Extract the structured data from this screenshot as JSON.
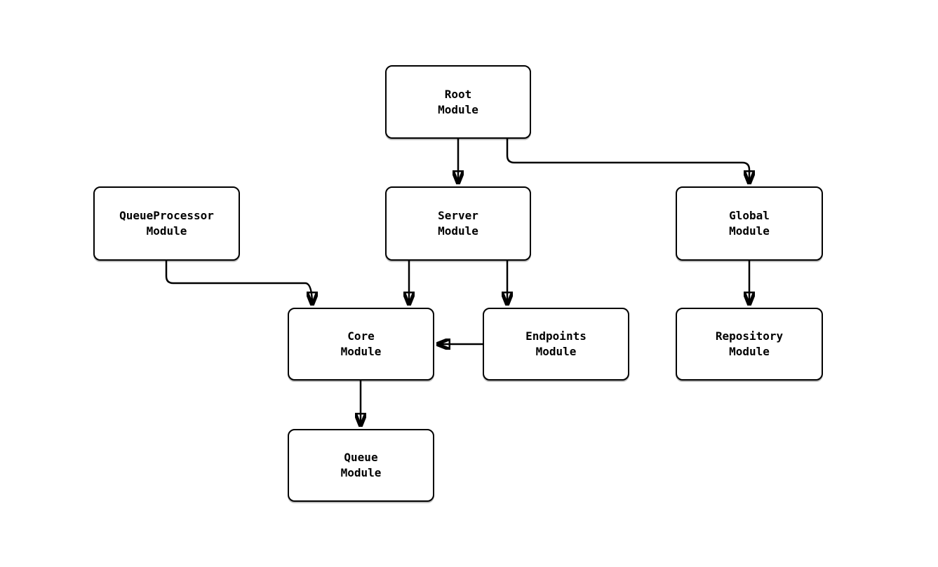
{
  "diagram": {
    "type": "module-dependency-flowchart",
    "colors": {
      "background": "#ffffff",
      "node_fill": "#ffffff",
      "node_border": "#000000",
      "edge": "#000000",
      "text": "#000000"
    },
    "nodes": {
      "root": {
        "label": "Root\nModule"
      },
      "queue_processor": {
        "label": "QueueProcessor\nModule"
      },
      "server": {
        "label": "Server\nModule"
      },
      "global": {
        "label": "Global\nModule"
      },
      "core": {
        "label": "Core\nModule"
      },
      "endpoints": {
        "label": "Endpoints\nModule"
      },
      "repository": {
        "label": "Repository\nModule"
      },
      "queue": {
        "label": "Queue\nModule"
      }
    },
    "edges": [
      {
        "from": "Root Module",
        "to": "Server Module"
      },
      {
        "from": "Root Module",
        "to": "Global Module"
      },
      {
        "from": "QueueProcessor Module",
        "to": "Core Module"
      },
      {
        "from": "Server Module",
        "to": "Core Module"
      },
      {
        "from": "Server Module",
        "to": "Endpoints Module"
      },
      {
        "from": "Endpoints Module",
        "to": "Core Module"
      },
      {
        "from": "Global Module",
        "to": "Repository Module"
      },
      {
        "from": "Core Module",
        "to": "Queue Module"
      }
    ]
  }
}
